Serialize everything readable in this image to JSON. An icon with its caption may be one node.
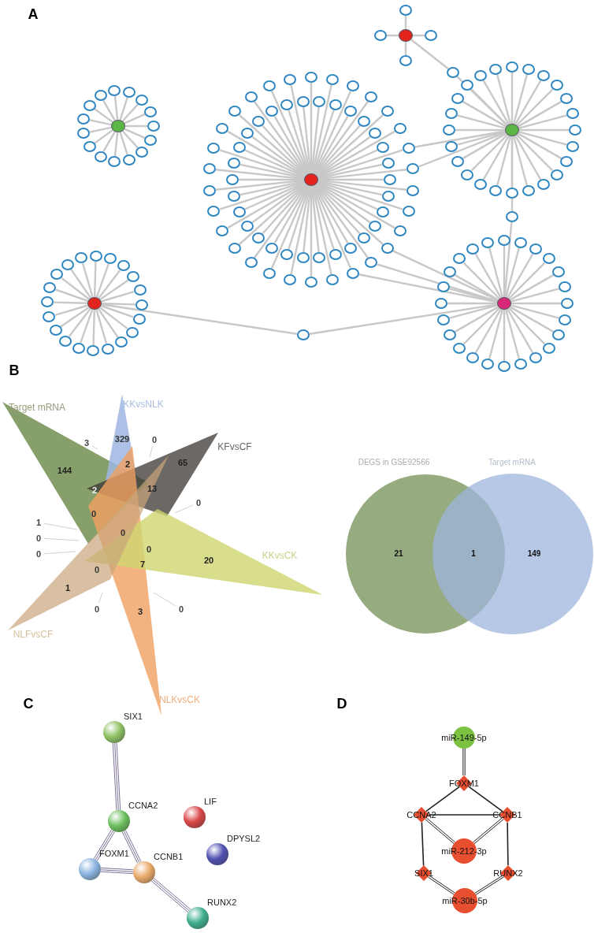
{
  "diagram": {
    "nodes": [
      {
        "text": [],
        "shape": "circle"
      },
      {
        "text": [],
        "shape": "circle"
      },
      {
        "text": [],
        "shape": "circle"
      },
      {
        "text": [],
        "shape": "circle"
      },
      {
        "text": [],
        "shape": "circle"
      },
      {
        "text": [],
        "shape": "circle"
      },
      {
        "text": [],
        "shape": "circle"
      },
      {
        "text": [],
        "shape": "circle"
      },
      {
        "text": [],
        "shape": "circle"
      },
      {
        "text": [],
        "shape": "circle"
      },
      {
        "text": [],
        "shape": "circle"
      },
      {
        "text": [],
        "shape": "circle"
      },
      {
        "text": [],
        "shape": "circle"
      },
      {
        "text": [],
        "shape": "circle"
      },
      {
        "text": [],
        "shape": "circle"
      },
      {
        "text": [],
        "shape": "circle"
      },
      {
        "text": [],
        "shape": "circle"
      },
      {
        "text": [],
        "shape": "circle"
      },
      {
        "text": [],
        "shape": "circle"
      },
      {
        "text": [],
        "shape": "circle"
      },
      {
        "text": [],
        "shape": "circle"
      },
      {
        "text": [],
        "shape": "circle"
      },
      {
        "text": [],
        "shape": "circle"
      },
      {
        "text": [],
        "shape": "circle"
      },
      {
        "text": [],
        "shape": "circle"
      },
      {
        "text": [],
        "shape": "circle"
      },
      {
        "text": [],
        "shape": "circle"
      },
      {
        "text": [],
        "shape": "circle"
      },
      {
        "text": [],
        "shape": "circle"
      },
      {
        "text": [],
        "shape": "circle"
      },
      {
        "text": [],
        "shape": "circle"
      },
      {
        "text": [],
        "shape": "circle"
      },
      {
        "text": [],
        "shape": "circle"
      },
      {
        "text": [],
        "shape": "circle"
      },
      {
        "text": [],
        "shape": "circle"
      },
      {
        "text": [],
        "shape": "circle"
      },
      {
        "text": [],
        "shape": "circle"
      },
      {
        "text": [],
        "shape": "circle"
      },
      {
        "text": [],
        "shape": "circle"
      },
      {
        "text": [],
        "shape": "circle"
      },
      {
        "text": [],
        "shape": "circle"
      },
      {
        "text": [],
        "shape": "circle"
      },
      {
        "text": [],
        "shape": "circle"
      },
      {
        "text": [],
        "shape": "circle"
      },
      {
        "text": [],
        "shape": "circle"
      },
      {
        "text": [],
        "shape": "circle"
      },
      {
        "text": [],
        "shape": "circle"
      },
      {
        "text": [],
        "shape": "circle"
      },
      {
        "text": [],
        "shape": "circle"
      },
      {
        "text": [],
        "shape": "circle"
      },
      {
        "text": [],
        "shape": "circle"
      },
      {
        "text": [],
        "shape": "circle"
      },
      {
        "text": [],
        "shape": "circle"
      },
      {
        "text": [],
        "shape": "circle"
      },
      {
        "text": [],
        "shape": "circle"
      },
      {
        "text": [],
        "shape": "circle"
      },
      {
        "text": [],
        "shape": "circle"
      },
      {
        "text": [],
        "shape": "circle"
      },
      {
        "text": [],
        "shape": "circle"
      },
      {
        "text": [],
        "shape": "circle"
      },
      {
        "text": [],
        "shape": "circle"
      },
      {
        "text": [],
        "shape": "circle"
      },
      {
        "text": [],
        "shape": "circle"
      },
      {
        "text": [],
        "shape": "circle"
      },
      {
        "text": [],
        "shape": "circle"
      },
      {
        "text": [],
        "shape": "circle"
      },
      {
        "text": [],
        "shape": "circle"
      },
      {
        "text": [],
        "shape": "circle"
      },
      {
        "text": [],
        "shape": "circle"
      },
      {
        "text": [],
        "shape": "circle"
      },
      {
        "text": [],
        "shape": "circle"
      },
      {
        "text": [],
        "shape": "circle"
      },
      {
        "text": [],
        "shape": "circle"
      },
      {
        "text": [],
        "shape": "circle"
      },
      {
        "text": [],
        "shape": "circle"
      },
      {
        "text": [],
        "shape": "circle"
      },
      {
        "text": [],
        "shape": "circle"
      },
      {
        "text": [],
        "shape": "circle"
      },
      {
        "text": [],
        "shape": "circle"
      },
      {
        "text": [],
        "shape": "circle"
      },
      {
        "text": [],
        "shape": "circle"
      },
      {
        "text": [],
        "shape": "circle"
      },
      {
        "text": [],
        "shape": "circle"
      },
      {
        "text": [],
        "shape": "circle"
      },
      {
        "text": [],
        "shape": "circle"
      },
      {
        "text": [],
        "shape": "circle"
      },
      {
        "text": [],
        "shape": "circle"
      },
      {
        "text": [],
        "shape": "circle"
      },
      {
        "text": [],
        "shape": "circle"
      },
      {
        "text": [],
        "shape": "circle"
      },
      {
        "text": [],
        "shape": "circle"
      },
      {
        "text": [],
        "shape": "circle"
      },
      {
        "text": [],
        "shape": "circle"
      },
      {
        "text": [],
        "shape": "circle"
      },
      {
        "text": [],
        "shape": "circle"
      },
      {
        "text": [],
        "shape": "circle"
      },
      {
        "text": [],
        "shape": "circle"
      },
      {
        "text": [],
        "shape": "circle"
      },
      {
        "text": [],
        "shape": "circle"
      },
      {
        "text": [],
        "shape": "circle"
      },
      {
        "text": [],
        "shape": "circle"
      },
      {
        "text": [],
        "shape": "circle"
      },
      {
        "text": [],
        "shape": "circle"
      },
      {
        "text": [],
        "shape": "circle"
      },
      {
        "text": [],
        "shape": "circle"
      },
      {
        "text": [],
        "shape": "circle"
      },
      {
        "text": [],
        "shape": "circle"
      },
      {
        "text": [],
        "shape": "circle"
      },
      {
        "text": [],
        "shape": "circle"
      },
      {
        "text": [],
        "shape": "circle"
      },
      {
        "text": [],
        "shape": "circle"
      },
      {
        "text": [],
        "shape": "circle"
      },
      {
        "text": [],
        "shape": "circle"
      },
      {
        "text": [],
        "shape": "circle"
      },
      {
        "text": [],
        "shape": "circle"
      },
      {
        "text": [],
        "shape": "circle"
      },
      {
        "text": [],
        "shape": "circle"
      },
      {
        "text": [],
        "shape": "circle"
      },
      {
        "text": [],
        "shape": "circle"
      },
      {
        "text": [],
        "shape": "circle"
      },
      {
        "text": [],
        "shape": "circle"
      },
      {
        "text": [],
        "shape": "circle"
      },
      {
        "text": [],
        "shape": "circle"
      },
      {
        "text": [],
        "shape": "circle"
      },
      {
        "text": [],
        "shape": "circle"
      },
      {
        "text": [],
        "shape": "circle"
      },
      {
        "text": [],
        "shape": "circle"
      },
      {
        "text": [],
        "shape": "circle"
      },
      {
        "text": [],
        "shape": "circle"
      },
      {
        "text": [],
        "shape": "circle"
      },
      {
        "text": [],
        "shape": "circle"
      },
      {
        "text": [],
        "shape": "circle"
      },
      {
        "text": [],
        "shape": "circle"
      },
      {
        "text": [],
        "shape": "circle"
      },
      {
        "text": [],
        "shape": "circle"
      },
      {
        "text": [],
        "shape": "circle"
      },
      {
        "text": [],
        "shape": "circle"
      },
      {
        "text": [],
        "shape": "circle"
      },
      {
        "text": [],
        "shape": "circle"
      },
      {
        "text": [],
        "shape": "circle"
      },
      {
        "text": [],
        "shape": "circle"
      },
      {
        "text": [],
        "shape": "circle"
      },
      {
        "text": [],
        "shape": "circle"
      },
      {
        "text": [],
        "shape": "circle"
      },
      {
        "text": [],
        "shape": "circle"
      },
      {
        "text": [],
        "shape": "circle"
      },
      {
        "text": [],
        "shape": "circle"
      },
      {
        "text": [],
        "shape": "circle"
      },
      {
        "text": [],
        "shape": "circle"
      },
      {
        "text": [],
        "shape": "circle"
      },
      {
        "text": [],
        "shape": "circle"
      },
      {
        "text": [],
        "shape": "circle"
      },
      {
        "text": [],
        "shape": "circle"
      },
      {
        "text": [],
        "shape": "circle"
      },
      {
        "text": [],
        "shape": "circle"
      },
      {
        "text": [],
        "shape": "circle"
      },
      {
        "text": [
          "SIX1"
        ]
      },
      {
        "text": [
          "CCNA2"
        ]
      },
      {
        "text": [
          "LIF"
        ]
      },
      {
        "text": [
          "DPYSL2"
        ]
      },
      {
        "text": [
          "FOXM1"
        ]
      },
      {
        "text": [
          "CCNB1"
        ]
      },
      {
        "text": [
          "RUNX2"
        ]
      },
      {
        "text": [
          "miR-149-5p"
        ]
      },
      {
        "text": [
          "FOXM1"
        ]
      },
      {
        "text": [
          "CCNA2"
        ]
      },
      {
        "text": [
          "CCNB1"
        ]
      },
      {
        "text": [
          "miR-212-3p"
        ]
      },
      {
        "text": [
          "SIX1"
        ]
      },
      {
        "text": [
          "RUNX2"
        ]
      },
      {
        "text": [
          "miR-30b-5p"
        ]
      },
      {
        "text": [
          "3"
        ]
      },
      {
        "text": [
          "0"
        ]
      },
      {
        "text": [
          "0"
        ]
      },
      {
        "text": [
          "1"
        ]
      },
      {
        "text": [
          "0"
        ]
      },
      {
        "text": [
          "0"
        ]
      },
      {
        "text": [
          "0"
        ]
      },
      {
        "text": [
          "0"
        ]
      },
      {
        "text": [
          "Target mRNA"
        ]
      },
      {
        "text": [
          "KKvsNLK"
        ]
      },
      {
        "text": [
          "KFvsCF"
        ]
      },
      {
        "text": [
          "KKvsCK"
        ]
      },
      {
        "text": [
          "NLFvsCF"
        ]
      },
      {
        "text": [
          "NLKvsCK"
        ]
      }
    ],
    "edges": [
      {
        "from": 0,
        "to": 1,
        "arrow": "none"
      },
      {
        "from": 0,
        "to": 2,
        "arrow": "none"
      },
      {
        "from": 0,
        "to": 3,
        "arrow": "none"
      },
      {
        "from": 0,
        "to": 4,
        "arrow": "none"
      },
      {
        "from": 0,
        "to": 5,
        "arrow": "none"
      },
      {
        "from": 83,
        "to": 5,
        "arrow": "none"
      },
      {
        "from": 6,
        "to": 7,
        "arrow": "none"
      },
      {
        "from": 6,
        "to": 8,
        "arrow": "none"
      },
      {
        "from": 6,
        "to": 9,
        "arrow": "none"
      },
      {
        "from": 6,
        "to": 10,
        "arrow": "none"
      },
      {
        "from": 6,
        "to": 11,
        "arrow": "none"
      },
      {
        "from": 6,
        "to": 12,
        "arrow": "none"
      },
      {
        "from": 6,
        "to": 13,
        "arrow": "none"
      },
      {
        "from": 6,
        "to": 14,
        "arrow": "none"
      },
      {
        "from": 6,
        "to": 15,
        "arrow": "none"
      },
      {
        "from": 6,
        "to": 16,
        "arrow": "none"
      },
      {
        "from": 6,
        "to": 17,
        "arrow": "none"
      },
      {
        "from": 6,
        "to": 18,
        "arrow": "none"
      },
      {
        "from": 6,
        "to": 19,
        "arrow": "none"
      },
      {
        "from": 6,
        "to": 20,
        "arrow": "none"
      },
      {
        "from": 6,
        "to": 21,
        "arrow": "none"
      },
      {
        "from": 22,
        "to": 23,
        "arrow": "none"
      },
      {
        "from": 22,
        "to": 24,
        "arrow": "none"
      },
      {
        "from": 22,
        "to": 25,
        "arrow": "none"
      },
      {
        "from": 22,
        "to": 26,
        "arrow": "none"
      },
      {
        "from": 22,
        "to": 27,
        "arrow": "none"
      },
      {
        "from": 22,
        "to": 28,
        "arrow": "none"
      },
      {
        "from": 22,
        "to": 29,
        "arrow": "none"
      },
      {
        "from": 22,
        "to": 30,
        "arrow": "none"
      },
      {
        "from": 22,
        "to": 31,
        "arrow": "none"
      },
      {
        "from": 22,
        "to": 32,
        "arrow": "none"
      },
      {
        "from": 22,
        "to": 33,
        "arrow": "none"
      },
      {
        "from": 22,
        "to": 34,
        "arrow": "none"
      },
      {
        "from": 22,
        "to": 35,
        "arrow": "none"
      },
      {
        "from": 22,
        "to": 36,
        "arrow": "none"
      },
      {
        "from": 22,
        "to": 37,
        "arrow": "none"
      },
      {
        "from": 22,
        "to": 38,
        "arrow": "none"
      },
      {
        "from": 22,
        "to": 39,
        "arrow": "none"
      },
      {
        "from": 22,
        "to": 40,
        "arrow": "none"
      },
      {
        "from": 22,
        "to": 41,
        "arrow": "none"
      },
      {
        "from": 22,
        "to": 42,
        "arrow": "none"
      },
      {
        "from": 22,
        "to": 43,
        "arrow": "none"
      },
      {
        "from": 22,
        "to": 44,
        "arrow": "none"
      },
      {
        "from": 22,
        "to": 45,
        "arrow": "none"
      },
      {
        "from": 22,
        "to": 46,
        "arrow": "none"
      },
      {
        "from": 22,
        "to": 47,
        "arrow": "none"
      },
      {
        "from": 22,
        "to": 48,
        "arrow": "none"
      },
      {
        "from": 22,
        "to": 49,
        "arrow": "none"
      },
      {
        "from": 22,
        "to": 50,
        "arrow": "none"
      },
      {
        "from": 22,
        "to": 51,
        "arrow": "none"
      },
      {
        "from": 22,
        "to": 52,
        "arrow": "none"
      },
      {
        "from": 22,
        "to": 53,
        "arrow": "none"
      },
      {
        "from": 22,
        "to": 54,
        "arrow": "none"
      },
      {
        "from": 22,
        "to": 55,
        "arrow": "none"
      },
      {
        "from": 22,
        "to": 56,
        "arrow": "none"
      },
      {
        "from": 22,
        "to": 57,
        "arrow": "none"
      },
      {
        "from": 22,
        "to": 58,
        "arrow": "none"
      },
      {
        "from": 22,
        "to": 59,
        "arrow": "none"
      },
      {
        "from": 22,
        "to": 60,
        "arrow": "none"
      },
      {
        "from": 22,
        "to": 61,
        "arrow": "none"
      },
      {
        "from": 22,
        "to": 62,
        "arrow": "none"
      },
      {
        "from": 22,
        "to": 63,
        "arrow": "none"
      },
      {
        "from": 22,
        "to": 64,
        "arrow": "none"
      },
      {
        "from": 22,
        "to": 65,
        "arrow": "none"
      },
      {
        "from": 22,
        "to": 66,
        "arrow": "none"
      },
      {
        "from": 22,
        "to": 67,
        "arrow": "none"
      },
      {
        "from": 22,
        "to": 68,
        "arrow": "none"
      },
      {
        "from": 22,
        "to": 69,
        "arrow": "none"
      },
      {
        "from": 22,
        "to": 70,
        "arrow": "none"
      },
      {
        "from": 22,
        "to": 71,
        "arrow": "none"
      },
      {
        "from": 22,
        "to": 72,
        "arrow": "none"
      },
      {
        "from": 22,
        "to": 73,
        "arrow": "none"
      },
      {
        "from": 22,
        "to": 74,
        "arrow": "none"
      },
      {
        "from": 22,
        "to": 75,
        "arrow": "none"
      },
      {
        "from": 22,
        "to": 76,
        "arrow": "none"
      },
      {
        "from": 22,
        "to": 77,
        "arrow": "none"
      },
      {
        "from": 22,
        "to": 78,
        "arrow": "none"
      },
      {
        "from": 22,
        "to": 79,
        "arrow": "none"
      },
      {
        "from": 22,
        "to": 80,
        "arrow": "none"
      },
      {
        "from": 22,
        "to": 81,
        "arrow": "none"
      },
      {
        "from": 22,
        "to": 82,
        "arrow": "none"
      },
      {
        "from": 83,
        "to": 84,
        "arrow": "none"
      },
      {
        "from": 83,
        "to": 85,
        "arrow": "none"
      },
      {
        "from": 83,
        "to": 86,
        "arrow": "none"
      },
      {
        "from": 83,
        "to": 87,
        "arrow": "none"
      },
      {
        "from": 83,
        "to": 88,
        "arrow": "none"
      },
      {
        "from": 83,
        "to": 89,
        "arrow": "none"
      },
      {
        "from": 83,
        "to": 90,
        "arrow": "none"
      },
      {
        "from": 83,
        "to": 91,
        "arrow": "none"
      },
      {
        "from": 83,
        "to": 92,
        "arrow": "none"
      },
      {
        "from": 83,
        "to": 93,
        "arrow": "none"
      },
      {
        "from": 83,
        "to": 94,
        "arrow": "none"
      },
      {
        "from": 83,
        "to": 95,
        "arrow": "none"
      },
      {
        "from": 83,
        "to": 96,
        "arrow": "none"
      },
      {
        "from": 83,
        "to": 97,
        "arrow": "none"
      },
      {
        "from": 83,
        "to": 98,
        "arrow": "none"
      },
      {
        "from": 83,
        "to": 99,
        "arrow": "none"
      },
      {
        "from": 83,
        "to": 100,
        "arrow": "none"
      },
      {
        "from": 83,
        "to": 101,
        "arrow": "none"
      },
      {
        "from": 83,
        "to": 102,
        "arrow": "none"
      },
      {
        "from": 83,
        "to": 103,
        "arrow": "none"
      },
      {
        "from": 83,
        "to": 104,
        "arrow": "none"
      },
      {
        "from": 83,
        "to": 105,
        "arrow": "none"
      },
      {
        "from": 83,
        "to": 106,
        "arrow": "none"
      },
      {
        "from": 83,
        "to": 107,
        "arrow": "none"
      },
      {
        "from": 83,
        "to": 81,
        "arrow": "none"
      },
      {
        "from": 83,
        "to": 82,
        "arrow": "none"
      },
      {
        "from": 83,
        "to": 108,
        "arrow": "none"
      },
      {
        "from": 131,
        "to": 108,
        "arrow": "none"
      },
      {
        "from": 109,
        "to": 110,
        "arrow": "none"
      },
      {
        "from": 109,
        "to": 111,
        "arrow": "none"
      },
      {
        "from": 109,
        "to": 112,
        "arrow": "none"
      },
      {
        "from": 109,
        "to": 113,
        "arrow": "none"
      },
      {
        "from": 109,
        "to": 114,
        "arrow": "none"
      },
      {
        "from": 109,
        "to": 115,
        "arrow": "none"
      },
      {
        "from": 109,
        "to": 116,
        "arrow": "none"
      },
      {
        "from": 109,
        "to": 117,
        "arrow": "none"
      },
      {
        "from": 109,
        "to": 118,
        "arrow": "none"
      },
      {
        "from": 109,
        "to": 119,
        "arrow": "none"
      },
      {
        "from": 109,
        "to": 120,
        "arrow": "none"
      },
      {
        "from": 109,
        "to": 121,
        "arrow": "none"
      },
      {
        "from": 109,
        "to": 122,
        "arrow": "none"
      },
      {
        "from": 109,
        "to": 123,
        "arrow": "none"
      },
      {
        "from": 109,
        "to": 124,
        "arrow": "none"
      },
      {
        "from": 109,
        "to": 125,
        "arrow": "none"
      },
      {
        "from": 109,
        "to": 126,
        "arrow": "none"
      },
      {
        "from": 109,
        "to": 127,
        "arrow": "none"
      },
      {
        "from": 109,
        "to": 128,
        "arrow": "none"
      },
      {
        "from": 109,
        "to": 129,
        "arrow": "none"
      },
      {
        "from": 109,
        "to": 130,
        "arrow": "none"
      },
      {
        "from": 131,
        "to": 130,
        "arrow": "none"
      },
      {
        "from": 131,
        "to": 132,
        "arrow": "none"
      },
      {
        "from": 131,
        "to": 133,
        "arrow": "none"
      },
      {
        "from": 131,
        "to": 134,
        "arrow": "none"
      },
      {
        "from": 131,
        "to": 135,
        "arrow": "none"
      },
      {
        "from": 131,
        "to": 136,
        "arrow": "none"
      },
      {
        "from": 131,
        "to": 137,
        "arrow": "none"
      },
      {
        "from": 131,
        "to": 138,
        "arrow": "none"
      },
      {
        "from": 131,
        "to": 139,
        "arrow": "none"
      },
      {
        "from": 131,
        "to": 140,
        "arrow": "none"
      },
      {
        "from": 131,
        "to": 141,
        "arrow": "none"
      },
      {
        "from": 131,
        "to": 142,
        "arrow": "none"
      },
      {
        "from": 131,
        "to": 143,
        "arrow": "none"
      },
      {
        "from": 131,
        "to": 144,
        "arrow": "none"
      },
      {
        "from": 131,
        "to": 145,
        "arrow": "none"
      },
      {
        "from": 131,
        "to": 146,
        "arrow": "none"
      },
      {
        "from": 131,
        "to": 147,
        "arrow": "none"
      },
      {
        "from": 131,
        "to": 148,
        "arrow": "none"
      },
      {
        "from": 131,
        "to": 149,
        "arrow": "none"
      },
      {
        "from": 131,
        "to": 150,
        "arrow": "none"
      },
      {
        "from": 131,
        "to": 151,
        "arrow": "none"
      },
      {
        "from": 131,
        "to": 152,
        "arrow": "none"
      },
      {
        "from": 131,
        "to": 153,
        "arrow": "none"
      },
      {
        "from": 131,
        "to": 154,
        "arrow": "none"
      },
      {
        "from": 131,
        "to": 155,
        "arrow": "none"
      },
      {
        "from": 131,
        "to": 56,
        "arrow": "none"
      },
      {
        "from": 131,
        "to": 57,
        "arrow": "none"
      },
      {
        "from": 131,
        "to": 58,
        "arrow": "none"
      },
      {
        "from": 156,
        "to": 157,
        "arrow": "none",
        "color": "#6d5f8f"
      },
      {
        "from": 157,
        "to": 160,
        "arrow": "none",
        "color": "#6d5f8f"
      },
      {
        "from": 157,
        "to": 161,
        "arrow": "none",
        "color": "#6d5f8f"
      },
      {
        "from": 160,
        "to": 161,
        "arrow": "none",
        "color": "#6d5f8f"
      },
      {
        "from": 161,
        "to": 162,
        "arrow": "none",
        "color": "#6d5f8f"
      },
      {
        "from": 163,
        "to": 164,
        "arrow": "none",
        "color": "#222222"
      },
      {
        "from": 164,
        "to": 165,
        "arrow": "none",
        "color": "#222222"
      },
      {
        "from": 164,
        "to": 166,
        "arrow": "none",
        "color": "#222222"
      },
      {
        "from": 165,
        "to": 166,
        "arrow": "none",
        "color": "#222222"
      },
      {
        "from": 165,
        "to": 167,
        "arrow": "none",
        "color": "#222222"
      },
      {
        "from": 166,
        "to": 167,
        "arrow": "none",
        "color": "#222222"
      },
      {
        "from": 165,
        "to": 168,
        "arrow": "none",
        "color": "#222222"
      },
      {
        "from": 166,
        "to": 169,
        "arrow": "none",
        "color": "#222222"
      },
      {
        "from": 168,
        "to": 170,
        "arrow": "none",
        "color": "#222222"
      },
      {
        "from": 169,
        "to": 170,
        "arrow": "none",
        "color": "#222222"
      },
      {
        "from": 171,
        "to": 179,
        "arrow": "none"
      },
      {
        "from": 172,
        "to": 181,
        "arrow": "none"
      },
      {
        "from": 173,
        "to": 182,
        "arrow": "none"
      },
      {
        "from": 174,
        "to": 179,
        "arrow": "none"
      },
      {
        "from": 175,
        "to": 183,
        "arrow": "none"
      },
      {
        "from": 176,
        "to": 183,
        "arrow": "none"
      },
      {
        "from": 177,
        "to": 183,
        "arrow": "none"
      },
      {
        "from": 178,
        "to": 184,
        "arrow": "none"
      }
    ],
    "labels": [
      "A",
      "B",
      "329",
      "144",
      "2",
      "65",
      "2",
      "13",
      "0",
      "0",
      "0",
      "7",
      "20",
      "0",
      "1",
      "3",
      "DEGS in GSE92566",
      "Target mRNA",
      "21",
      "1",
      "149",
      "C",
      "D"
    ]
  }
}
